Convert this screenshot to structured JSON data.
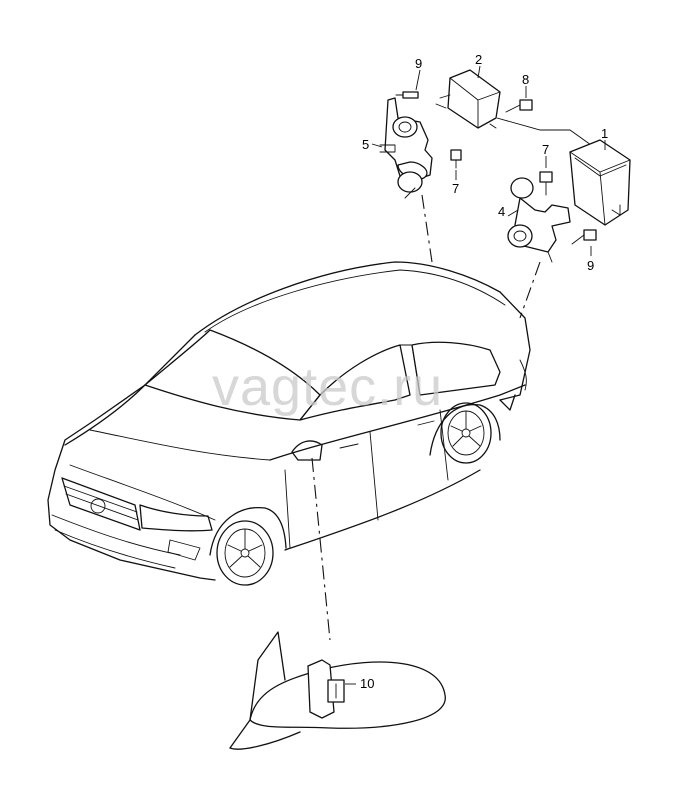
{
  "watermark": "vagtec.ru",
  "callouts": {
    "c1": "1",
    "c2": "2",
    "c4": "4",
    "c5": "5",
    "c7a": "7",
    "c7b": "7",
    "c8": "8",
    "c9a": "9",
    "c9b": "9",
    "c10": "10"
  }
}
